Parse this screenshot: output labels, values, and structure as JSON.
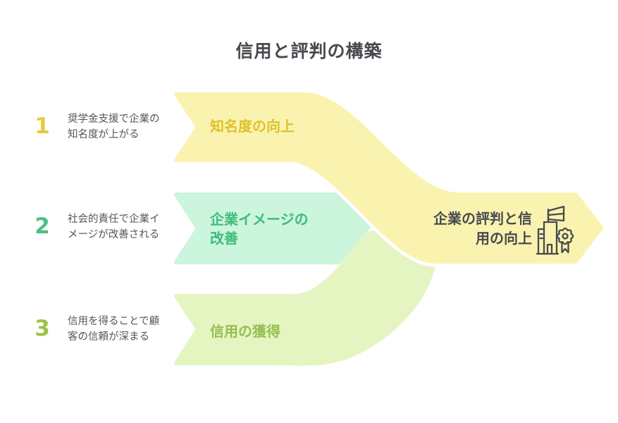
{
  "title": "信用と評判の構築",
  "steps": [
    {
      "number": "1",
      "desc_line1": "奨学金支援で企業の",
      "desc_line2": "知名度が上がる",
      "arrow_label_line1": "知名度の向上",
      "arrow_label_line2": ""
    },
    {
      "number": "2",
      "desc_line1": "社会的責任で企業イ",
      "desc_line2": "メージが改善される",
      "arrow_label_line1": "企業イメージの",
      "arrow_label_line2": "改善"
    },
    {
      "number": "3",
      "desc_line1": "信用を得ることで顧",
      "desc_line2": "客の信頼が深まる",
      "arrow_label_line1": "信用の獲得",
      "arrow_label_line2": ""
    }
  ],
  "result": {
    "label_line1": "企業の評判と信",
    "label_line2": "用の向上",
    "icon": "building-award-icon"
  },
  "colors": {
    "yellow-fill": "#FAF3AF",
    "yellow-text": "#DFC22A",
    "teal-fill": "#CBF5DD",
    "teal-text": "#3EBC7A",
    "lime-fill": "#E5F5C2",
    "lime-text": "#94BF4F",
    "num1": "#E8C93F",
    "num2": "#4FBE86",
    "num3": "#9CC34A",
    "dark-text": "#47494F",
    "desc-text": "#54565C"
  }
}
